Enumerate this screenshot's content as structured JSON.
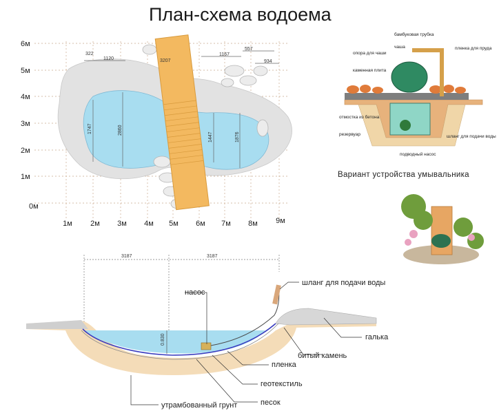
{
  "title": "План-схема водоема",
  "plan": {
    "y_axis_labels": [
      "6м",
      "5м",
      "4м",
      "3м",
      "2м",
      "1м",
      "0м"
    ],
    "x_axis_labels": [
      "1м",
      "2м",
      "3м",
      "4м",
      "5м",
      "6м",
      "7м",
      "8м",
      "9м"
    ],
    "top_dimensions": [
      "322",
      "1120",
      "3207",
      "1167",
      "557",
      "934"
    ],
    "vertical_dimensions": [
      "1747",
      "2860",
      "1447",
      "1876"
    ]
  },
  "section": {
    "width_dimensions": [
      "3187",
      "3187"
    ],
    "depth_dimension": "0.830",
    "labels": {
      "pump": "насос",
      "hose": "шланг для подачи воды",
      "pebble": "галька",
      "crushed_stone": "битый камень",
      "film": "пленка",
      "geotextile": "геотекстиль",
      "sand": "песок",
      "compacted_soil": "утрамбованный грунт"
    }
  },
  "fountain": {
    "caption": "Вариант устройства умывальника",
    "labels": {
      "bamboo_tube": "бамбуковая трубка",
      "bowl_support": "опора для чаши",
      "bowl": "чаша",
      "pond_film": "пленка для пруда",
      "stone_slab": "каменная плита",
      "concrete_slope": "отмостка из бетона",
      "reservoir": "резервуар",
      "water_hose": "шланг для подачи воды",
      "submersible_pump": "подводный насос"
    }
  },
  "colors": {
    "water": "#a8ddf0",
    "stone_area": "#e2e2e2",
    "bridge_planks": "#f3b960",
    "sand": "#f4dcb8",
    "ground": "#cfcfcf",
    "grid": "#c9a98a"
  }
}
